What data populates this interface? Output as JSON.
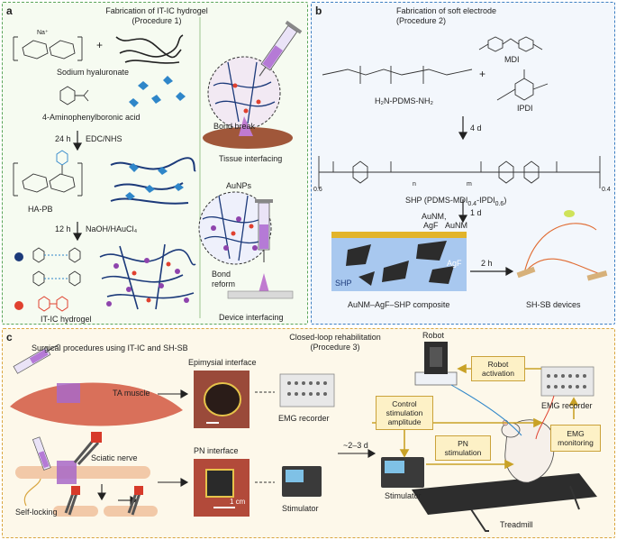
{
  "panel_a": {
    "letter": "a",
    "title_line1": "Fabrication of IT-IC hydrogel",
    "title_line2": "(Procedure 1)",
    "na_label": "Na⁺",
    "plus": "+",
    "sodium_hyaluronate": "Sodium hyaluronate",
    "apba": "4-Aminophenylboronic acid",
    "time_24h": "24 h",
    "edc_nhs": "EDC/NHS",
    "ha_pb": "HA-PB",
    "time_12h": "12 h",
    "naoh": "NaOH/HAuCl₄",
    "it_ic": "IT-IC hydrogel",
    "bond_break": "Bond break",
    "tissue_interfacing": "Tissue interfacing",
    "aunps": "AuNPs",
    "bond_reform": "Bond reform",
    "device_interfacing": "Device interfacing"
  },
  "panel_b": {
    "letter": "b",
    "title_line1": "Fabrication of soft electrode",
    "title_line2": "(Procedure 2)",
    "mdi": "MDI",
    "ipdi": "IPDI",
    "pdms": "H₂N-PDMS-NH₂",
    "plus": "+",
    "time_4d": "4 d",
    "shp": "SHP (PDMS-MDI",
    "shp_sub1": "0.4",
    "shp_mid": "-IPDI",
    "shp_sub2": "0.6",
    "shp_end": ")",
    "reagent1": "AuNM,",
    "reagent2": "AgF",
    "time_1d": "1 d",
    "aunm": "AuNM",
    "agf": "AgF",
    "shp_layer": "SHP",
    "composite": "AuNM–AgF–SHP composite",
    "time_2h": "2 h",
    "devices": "SH-SB devices",
    "sub_n": "n",
    "sub_m": "m",
    "sub_04": "0.4",
    "sub_06": "0.6"
  },
  "panel_c": {
    "letter": "c",
    "surgical_title": "Surgical procedures using IT-IC and SH-SB",
    "closed_loop_line1": "Closed-loop rehabilitation",
    "closed_loop_line2": "(Procedure 3)",
    "epimysial": "Epimysial interface",
    "ta_muscle": "TA muscle",
    "emg_recorder": "EMG recorder",
    "pn_interface": "PN interface",
    "sciatic_nerve": "Sciatic nerve",
    "self_locking": "Self-locking",
    "scale_bar": "1 cm",
    "stimulator": "Stimulator",
    "interval": "~2–3 d",
    "robot": "Robot",
    "robot_activation_1": "Robot",
    "robot_activation_2": "activation",
    "emg_recorder_right": "EMG recorder",
    "control_1": "Control",
    "control_2": "stimulation",
    "control_3": "amplitude",
    "pn_stim_1": "PN",
    "pn_stim_2": "stimulation",
    "emg_mon_1": "EMG",
    "emg_mon_2": "monitoring",
    "stimulator_right": "Stimulator",
    "treadmill": "Treadmill"
  },
  "colors": {
    "panel_a_border": "#5aa55a",
    "panel_b_border": "#3d7fc2",
    "panel_c_border": "#d9a640",
    "flow_arrow": "#c9a227",
    "hydrogel_purple": "#8e44ad",
    "crosslink_red": "#e0412f",
    "boron_blue": "#2f86c9"
  }
}
